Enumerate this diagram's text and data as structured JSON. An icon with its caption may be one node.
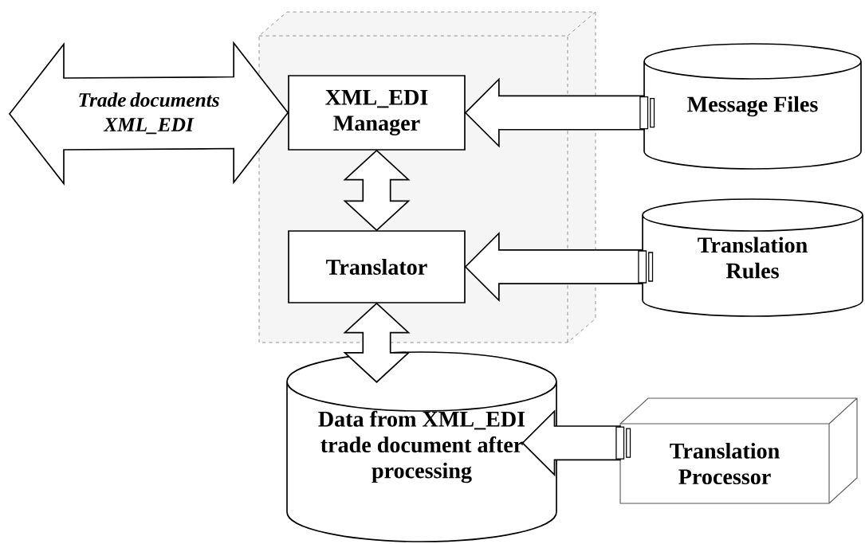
{
  "diagram": {
    "nodes": [
      {
        "text": [],
        "shape": "box"
      },
      {
        "text": [
          "XML_EDI Manager"
        ],
        "in": 0
      },
      {
        "text": [
          "Translator"
        ],
        "in": 0
      },
      {
        "text": [
          "Message Files"
        ]
      },
      {
        "text": [
          "Translation Rules"
        ]
      },
      {
        "text": [
          "Data from XML_EDI trade document after processing"
        ]
      },
      {
        "text": [
          "Translation Processor"
        ]
      }
    ],
    "edges": [
      {
        "from": null,
        "to": 1,
        "arrow": "both",
        "label": "Trade documents XML_EDI"
      },
      {
        "from": 3,
        "to": 1,
        "arrow": "to"
      },
      {
        "from": 4,
        "to": 2,
        "arrow": "to"
      },
      {
        "from": 1,
        "to": 2,
        "arrow": "both"
      },
      {
        "from": 2,
        "to": 5,
        "arrow": "both"
      },
      {
        "from": 6,
        "to": 5,
        "arrow": "to"
      }
    ]
  }
}
